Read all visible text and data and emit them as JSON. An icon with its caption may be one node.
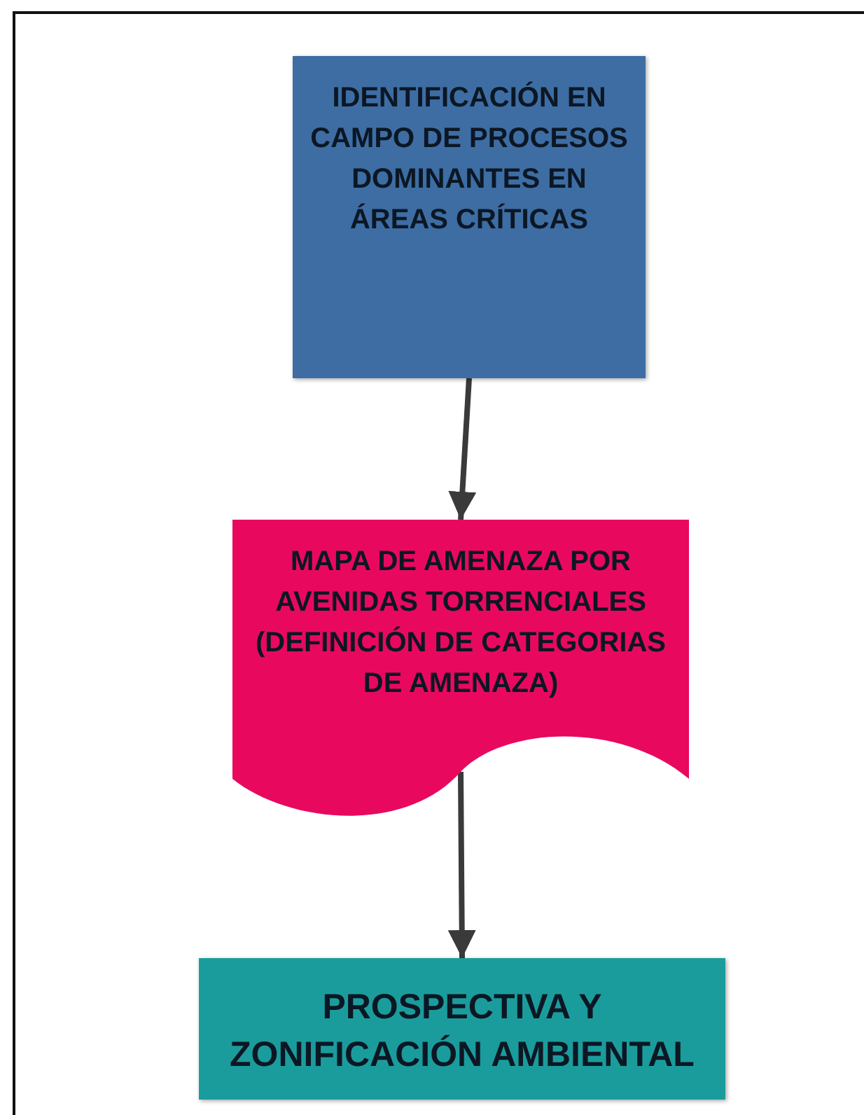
{
  "diagram": {
    "nodes": [
      {
        "text": [
          "IDENTIFICACIÓN EN CAMPO DE PROCESOS DOMINANTES EN ÁREAS CRÍTICAS"
        ]
      },
      {
        "text": [
          "MAPA DE AMENAZA  POR AVENIDAS TORRENCIALES (DEFINICIÓN DE CATEGORIAS DE AMENAZA)"
        ]
      },
      {
        "text": [
          "PROSPECTIVA Y ZONIFICACIÓN AMBIENTAL"
        ]
      }
    ],
    "edges": [
      {
        "from": 0,
        "to": 1,
        "arrow": "to"
      },
      {
        "from": 1,
        "to": 2,
        "arrow": "to"
      }
    ]
  }
}
